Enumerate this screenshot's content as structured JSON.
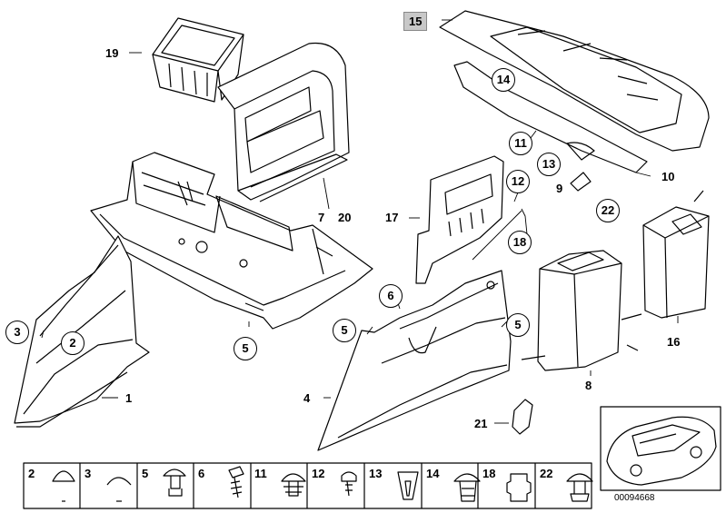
{
  "diagram": {
    "callouts": {
      "c1": "1",
      "c2": "2",
      "c3": "3",
      "c4": "4",
      "c5a": "5",
      "c5b": "5",
      "c5c": "5",
      "c6": "6",
      "c7": "7",
      "c8": "8",
      "c9": "9",
      "c10": "10",
      "c11": "11",
      "c12": "12",
      "c13": "13",
      "c14": "14",
      "c15": "15",
      "c16": "16",
      "c17": "17",
      "c18": "18",
      "c19": "19",
      "c20": "20",
      "c21": "21",
      "c22": "22"
    },
    "fastener_strip": [
      "2",
      "3",
      "5",
      "6",
      "11",
      "12",
      "13",
      "14",
      "18",
      "22"
    ],
    "reference_number": "00094668"
  }
}
